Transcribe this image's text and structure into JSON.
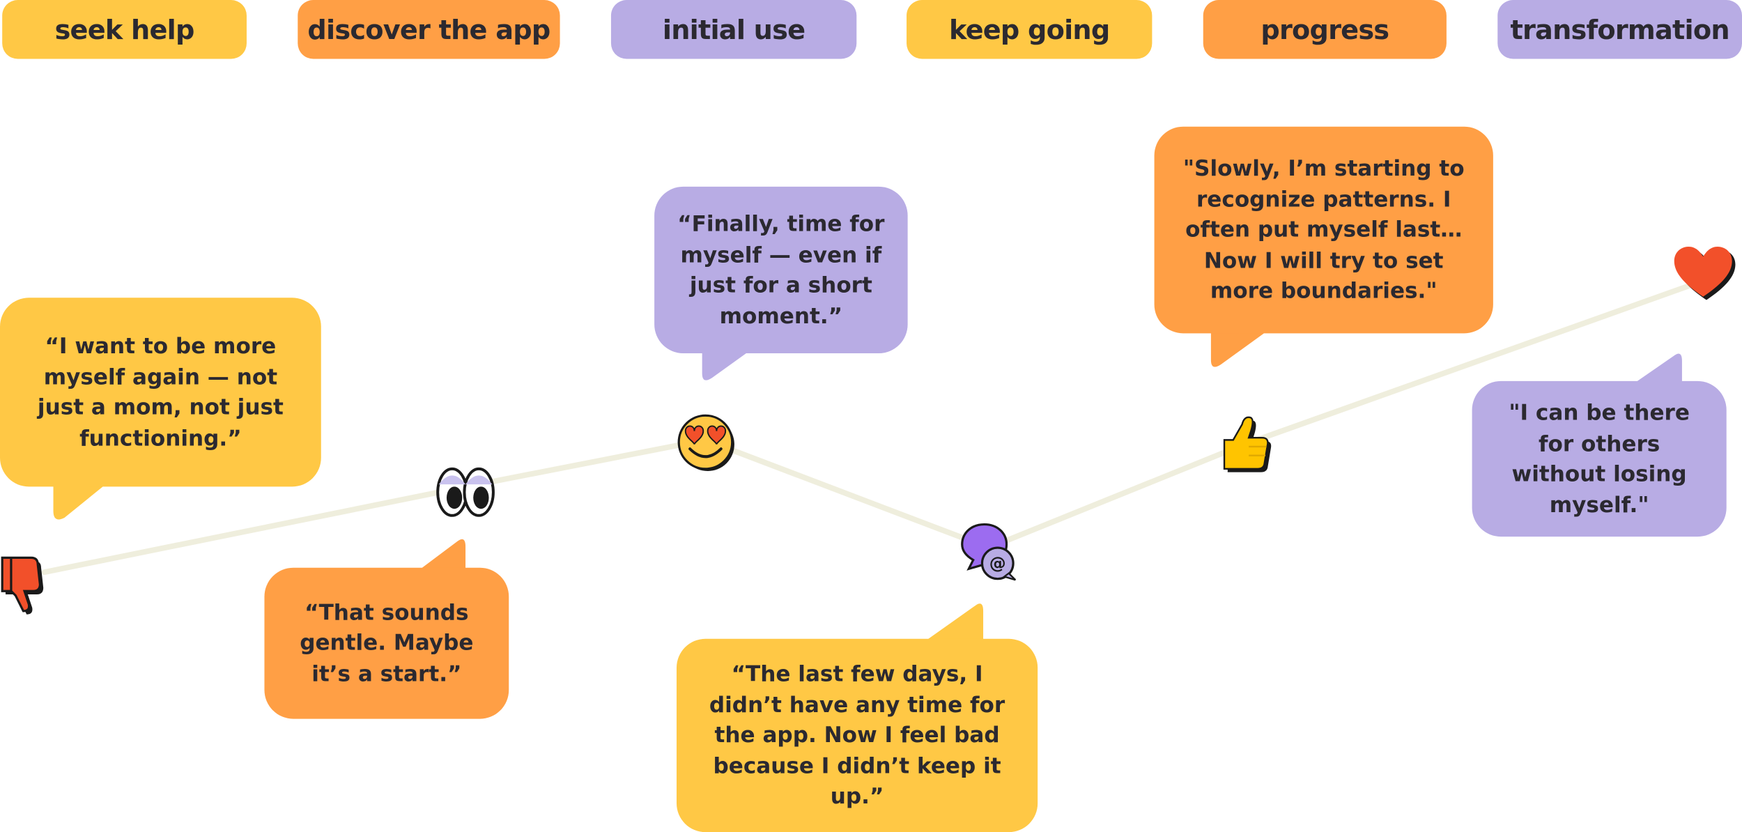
{
  "colors": {
    "yellow": "#ffc845",
    "orange": "#ff9f45",
    "purple": "#b8ace4",
    "text": "#2b2930",
    "path": "#efeedd",
    "red": "#f2502a"
  },
  "stages": [
    {
      "label": "seek help"
    },
    {
      "label": "discover the app"
    },
    {
      "label": "initial use"
    },
    {
      "label": "keep going"
    },
    {
      "label": "progress"
    },
    {
      "label": "transformation"
    }
  ],
  "quotes": [
    {
      "text": "“I want to be more myself again — not just a mom, not just functioning.”"
    },
    {
      "text": "“That sounds gentle. Maybe it’s a start.”"
    },
    {
      "text": "“Finally, time for myself — even if just for a short moment.”"
    },
    {
      "text": "“The last few days, I didn’t have any time for the app. Now I feel bad because I didn’t keep it up.”"
    },
    {
      "text": "\"Slowly, I’m starting to recognize patterns. I often put myself last… Now I will try to set more boundaries.\""
    },
    {
      "text": "\"I can be there for others without losing myself.\""
    }
  ],
  "journey_icons": [
    {
      "stage": "seek help",
      "icon": "thumbs-down-icon"
    },
    {
      "stage": "discover the app",
      "icon": "eyes-icon"
    },
    {
      "stage": "initial use",
      "icon": "heart-eyes-emoji-icon"
    },
    {
      "stage": "keep going",
      "icon": "chat-bubble-icon"
    },
    {
      "stage": "progress",
      "icon": "thumbs-up-icon"
    },
    {
      "stage": "transformation",
      "icon": "heart-icon"
    }
  ]
}
